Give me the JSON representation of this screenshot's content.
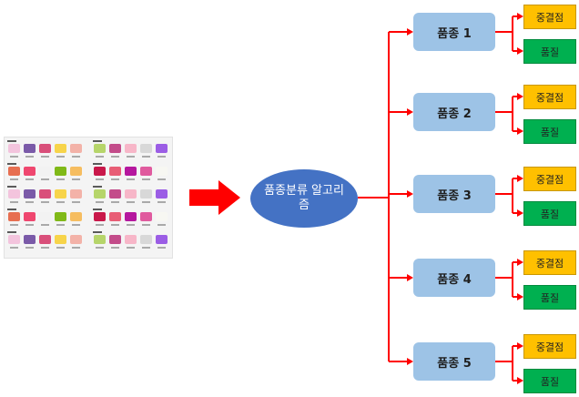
{
  "algorithm": {
    "label": "품종분류 알고리즘"
  },
  "varieties": [
    {
      "label": "품종 1",
      "count_label": "중결점",
      "quality_label": "품질"
    },
    {
      "label": "품종 2",
      "count_label": "중결점",
      "quality_label": "품질"
    },
    {
      "label": "품종 3",
      "count_label": "중결점",
      "quality_label": "품질"
    },
    {
      "label": "품종 4",
      "count_label": "중결점",
      "quality_label": "품질"
    },
    {
      "label": "품종 5",
      "count_label": "중결점",
      "quality_label": "품질"
    }
  ],
  "colors": {
    "connector": "#ff0000",
    "arrow": "#ff0000",
    "algorithm_fill": "#4472c4",
    "variety_fill": "#9dc3e6",
    "defect_fill": "#ffc000",
    "quality_fill": "#00b050"
  },
  "input_image": {
    "icon": "flower-photo-grid-icon",
    "tile_colors": [
      "#f3c4dd",
      "#e05a9e",
      "#f0e36a",
      "#7a5aa8",
      "#f7f7f2",
      "#e6b0d3",
      "#d94f7a",
      "#b6d56a",
      "#f29bbf",
      "#f7d44a",
      "#c34c8a",
      "#e9e4ef",
      "#f3b2a8",
      "#f7b6c8",
      "#a7c957",
      "#e76f51",
      "#d8d8d8",
      "#f4a259",
      "#ef476f",
      "#9b5de5",
      "#fde74c",
      "#f2f2f2",
      "#c9184a",
      "#ffb3c6",
      "#80b918",
      "#e85d75",
      "#ffd6e0",
      "#f6bd60",
      "#b5179e",
      "#eae2b7"
    ]
  }
}
